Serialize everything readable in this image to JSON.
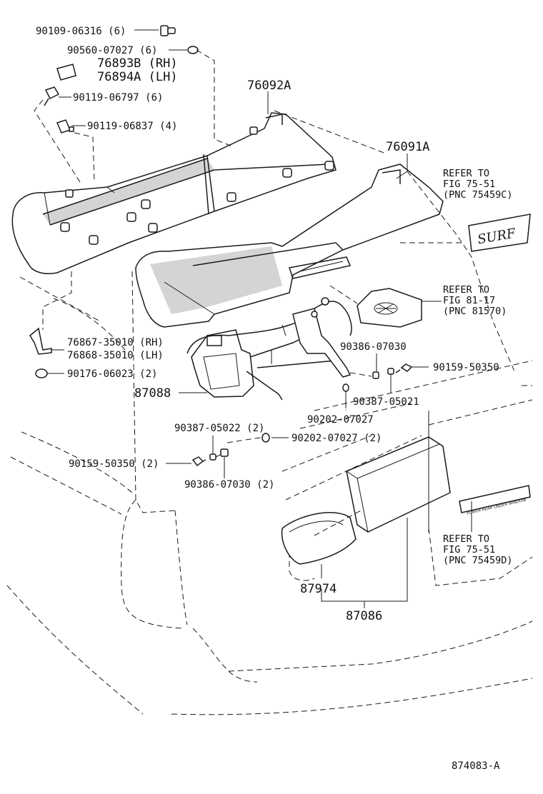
{
  "diagram": {
    "figure_code": "874083-A",
    "parts": {
      "p1": "90109-06316 (6)",
      "p2": "90560-07027 (6)",
      "p3": "76893B (RH)",
      "p4": "76894A (LH)",
      "p5": "90119-06797 (6)",
      "p6": "90119-06837 (4)",
      "p7": "76092A",
      "p8": "76091A",
      "p9": "76867-35010 (RH)",
      "p10": "76868-35010 (LH)",
      "p11": "90176-06023 (2)",
      "p12": "87088",
      "p13": "90386-07030",
      "p14": "90159-50350",
      "p15": "90387-05021",
      "p16": "90202-07027",
      "p17": "90387-05022 (2)",
      "p18": "90202-07027 (2)",
      "p19": "90159-50350 (2)",
      "p20": "90386-07030 (2)",
      "p21": "87974",
      "p22": "87086"
    },
    "refs": {
      "r1": [
        "REFER TO",
        "FIG 75-51",
        "(PNC 75459C)"
      ],
      "r2": [
        "REFER TO",
        "FIG 81-17",
        "(PNC 81570)"
      ],
      "r3": [
        "REFER TO",
        "FIG 75-51",
        "(PNC 75459D)"
      ]
    },
    "emblem_text": "SURF",
    "sticker_text": "POWER REAR UNDER WINDOW"
  }
}
